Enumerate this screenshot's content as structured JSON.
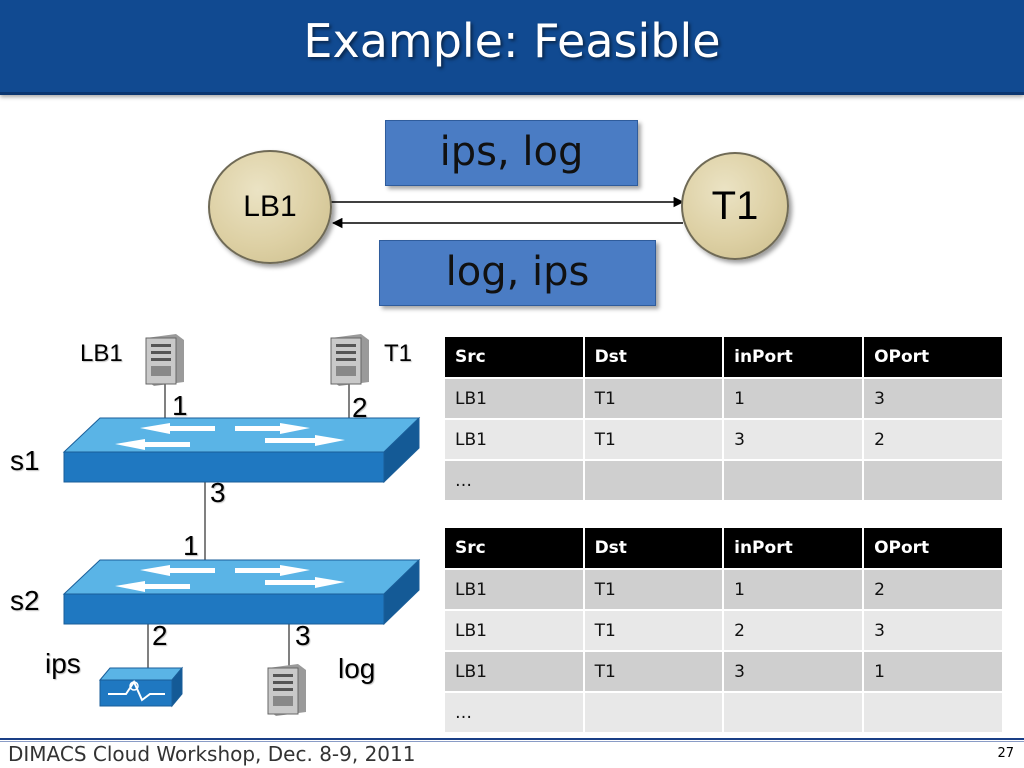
{
  "title": "Example: Feasible",
  "top_diagram": {
    "box_forward": "ips, log",
    "box_reverse": "log, ips",
    "node_left": "LB1",
    "node_right": "T1"
  },
  "topology": {
    "host_lb1": "LB1",
    "host_t1": "T1",
    "switch_s1": "s1",
    "switch_s2": "s2",
    "port_s1_lb1": "1",
    "port_s1_t1": "2",
    "port_s1_down": "3",
    "port_s2_up": "1",
    "port_s2_ips": "2",
    "port_s2_log": "3",
    "mb_ips": "ips",
    "mb_log": "log"
  },
  "table1": {
    "headers": [
      "Src",
      "Dst",
      "inPort",
      "OPort"
    ],
    "rows": [
      [
        "LB1",
        "T1",
        "1",
        "3"
      ],
      [
        "LB1",
        "T1",
        "3",
        "2"
      ],
      [
        "…",
        "",
        "",
        ""
      ]
    ]
  },
  "table2": {
    "headers": [
      "Src",
      "Dst",
      "inPort",
      "OPort"
    ],
    "rows": [
      [
        "LB1",
        "T1",
        "1",
        "2"
      ],
      [
        "LB1",
        "T1",
        "2",
        "3"
      ],
      [
        "LB1",
        "T1",
        "3",
        "1"
      ],
      [
        "…",
        "",
        "",
        ""
      ]
    ]
  },
  "footer": "DIMACS Cloud Workshop, Dec. 8-9, 2011",
  "page_number": "27",
  "icons": [
    "server-icon",
    "switch-icon",
    "ips-appliance-icon"
  ],
  "colors": {
    "header_bg": "#114a91",
    "box_blue": "#4a7cc4",
    "node_tan": "#ddd0a4",
    "switch_top": "#5ab4e6",
    "switch_side": "#1f78c1"
  }
}
